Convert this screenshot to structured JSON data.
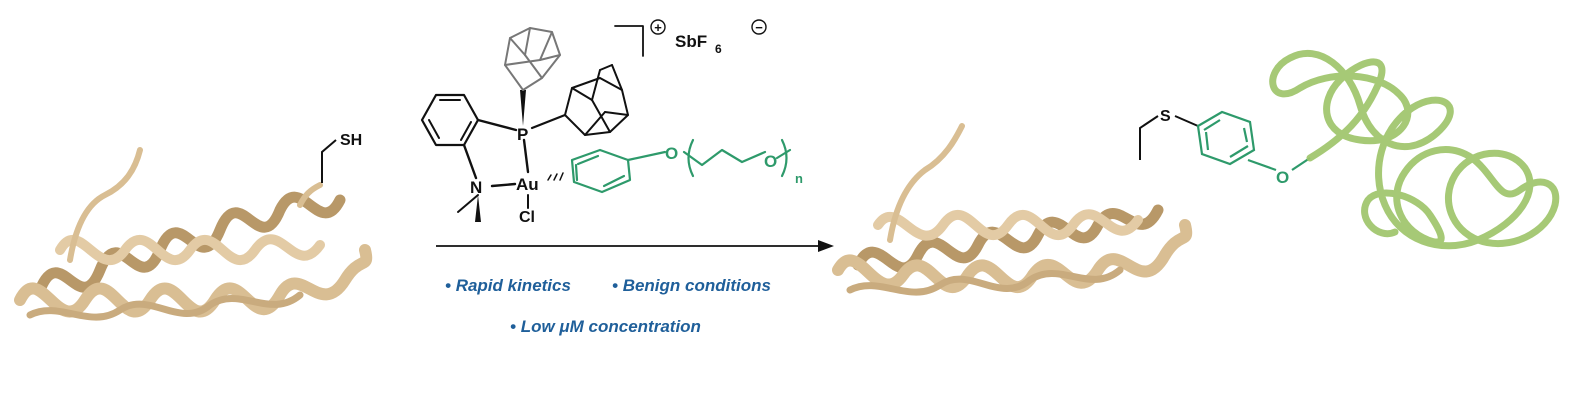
{
  "starting_protein": {
    "thiol_label": "SH"
  },
  "reagent": {
    "phosphorus": "P",
    "nitrogen": "N",
    "gold": "Au",
    "chloride": "Cl",
    "aryl_oxygen": "O",
    "peg_oxygen": "O",
    "repeat_subscript": "n",
    "charge": "+",
    "counterion": "SbF",
    "counterion_subscript": "6",
    "counterion_charge": "−"
  },
  "conditions": {
    "bullet": "•",
    "item_1": "Rapid kinetics",
    "item_2": "Benign conditions",
    "item_3": "Low μM concentration"
  },
  "product": {
    "sulfur_label": "S",
    "oxygen_label": "O"
  },
  "colors": {
    "protein": "#d9be93",
    "protein_dark": "#b89868",
    "reagent_green": "#2e9a6b",
    "polymer": "#9ec46a",
    "condition_text": "#1f5f9a",
    "bond": "#111111"
  }
}
